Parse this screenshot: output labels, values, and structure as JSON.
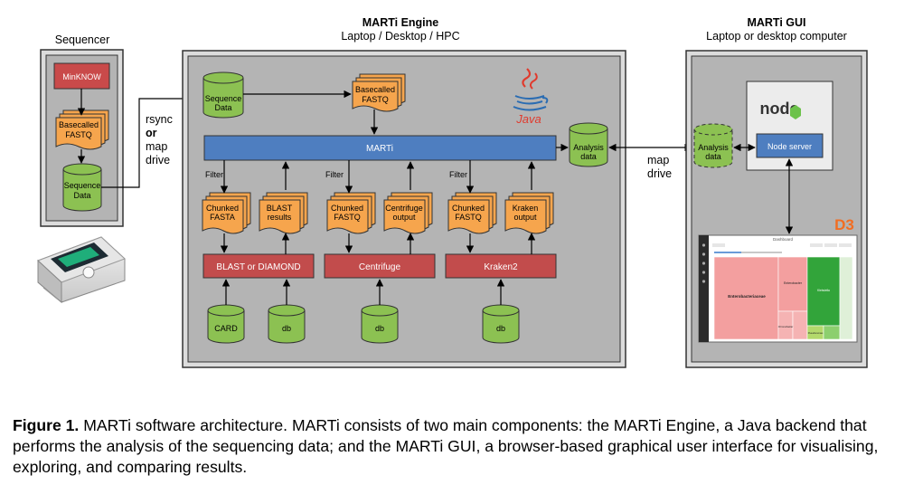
{
  "sequencer": {
    "title": "Sequencer",
    "minknow_label": "MinKNOW",
    "basecalled_lines": [
      "Basecalled",
      "FASTQ"
    ],
    "sequence_data_lines": [
      "Sequence",
      "Data"
    ]
  },
  "transfer": {
    "lines": [
      "rsync",
      "or",
      "map",
      "drive"
    ],
    "map_drive_lines": [
      "map",
      "drive"
    ]
  },
  "engine": {
    "title": "MARTi Engine",
    "subtitle": "Laptop / Desktop / HPC",
    "sequence_data_lines": [
      "Sequence",
      "Data"
    ],
    "basecalled_lines": [
      "Basecalled",
      "FASTQ"
    ],
    "marti_label": "MARTi",
    "analysis_data_lines": [
      "Analysis",
      "data"
    ],
    "java_label": "Java",
    "filter_label": "Filter",
    "docs": {
      "chunked_fasta": [
        "Chunked",
        "FASTA"
      ],
      "blast_results": [
        "BLAST",
        "results"
      ],
      "chunked_fastq_1": [
        "Chunked",
        "FASTQ"
      ],
      "centrifuge_output": [
        "Centrifuge",
        "output"
      ],
      "chunked_fastq_2": [
        "Chunked",
        "FASTQ"
      ],
      "kraken_output": [
        "Kraken",
        "output"
      ]
    },
    "tools": {
      "blast": "BLAST or DIAMOND",
      "centrifuge": "Centrifuge",
      "kraken": "Kraken2"
    },
    "dbs": {
      "card": "CARD",
      "db1": "db",
      "db2": "db",
      "db3": "db"
    }
  },
  "gui": {
    "title": "MARTi GUI",
    "subtitle": "Laptop or desktop computer",
    "analysis_data_lines": [
      "Analysis",
      "data"
    ],
    "node_server_label": "Node server",
    "node_logo_label": "node",
    "d3_label": "D3",
    "dashboard": {
      "title": "Dashboard",
      "taxa": [
        "Enterobacteriaceae",
        "Enterobacter",
        "Chromobacter",
        "Klebsiella",
        "Pseudomonas"
      ]
    }
  },
  "caption": {
    "label": "Figure 1.",
    "text": " MARTi software architecture. MARTi consists of two main components: the MARTi Engine, a Java backend that performs the analysis of the sequencing data; and the MARTi GUI, a browser-based graphical user interface for visualising, exploring, and comparing results."
  },
  "colors": {
    "panel_outer": "#dcdcdc",
    "panel_inner": "#b4b4b4",
    "minknow": "#c94a4a",
    "tool": "#c24c4c",
    "marti_bar": "#4e7ec0",
    "document": "#f6a54d",
    "database": "#8cc152",
    "treemap_pink": "#f39f9f",
    "treemap_green": "#32a43a"
  }
}
